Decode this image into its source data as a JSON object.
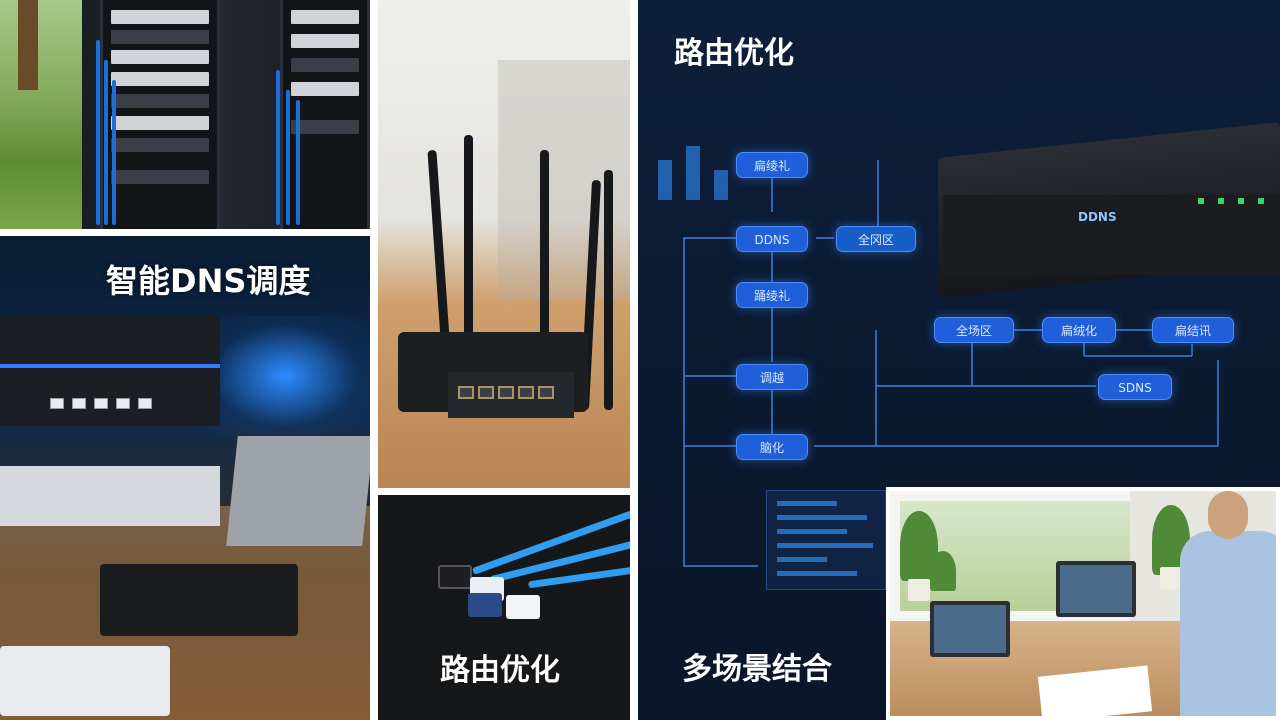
{
  "tiles": {
    "dns": {
      "title": "智能DNS调度"
    },
    "cables": {
      "title": "路由优化"
    },
    "diagram": {
      "title": "路由优化",
      "nodes": {
        "n1": "扁绫礼",
        "n2": "DDNS",
        "n3": "全冈区",
        "n4": "踊绫礼",
        "n5": "全场区",
        "n6": "扁绒化",
        "n7": "扁结讯",
        "n8": "SDNS",
        "n9": "调越",
        "n10": "脑化"
      },
      "device_label": "DDNS",
      "scenario_title": "多场景结合"
    }
  }
}
